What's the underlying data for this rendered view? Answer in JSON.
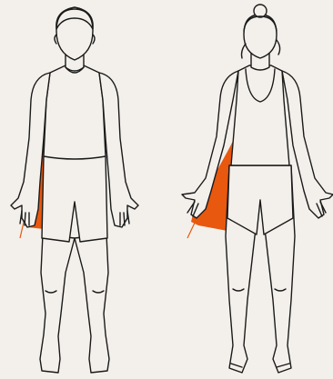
{
  "figures": [
    {
      "name": "male-figure",
      "highlight": "arm-to-torso-angle"
    },
    {
      "name": "female-figure",
      "highlight": "arm-to-torso-angle"
    }
  ],
  "colors": {
    "background": "#f3f0eb",
    "outline": "#1a1a1a",
    "highlight": "#e8580e"
  }
}
